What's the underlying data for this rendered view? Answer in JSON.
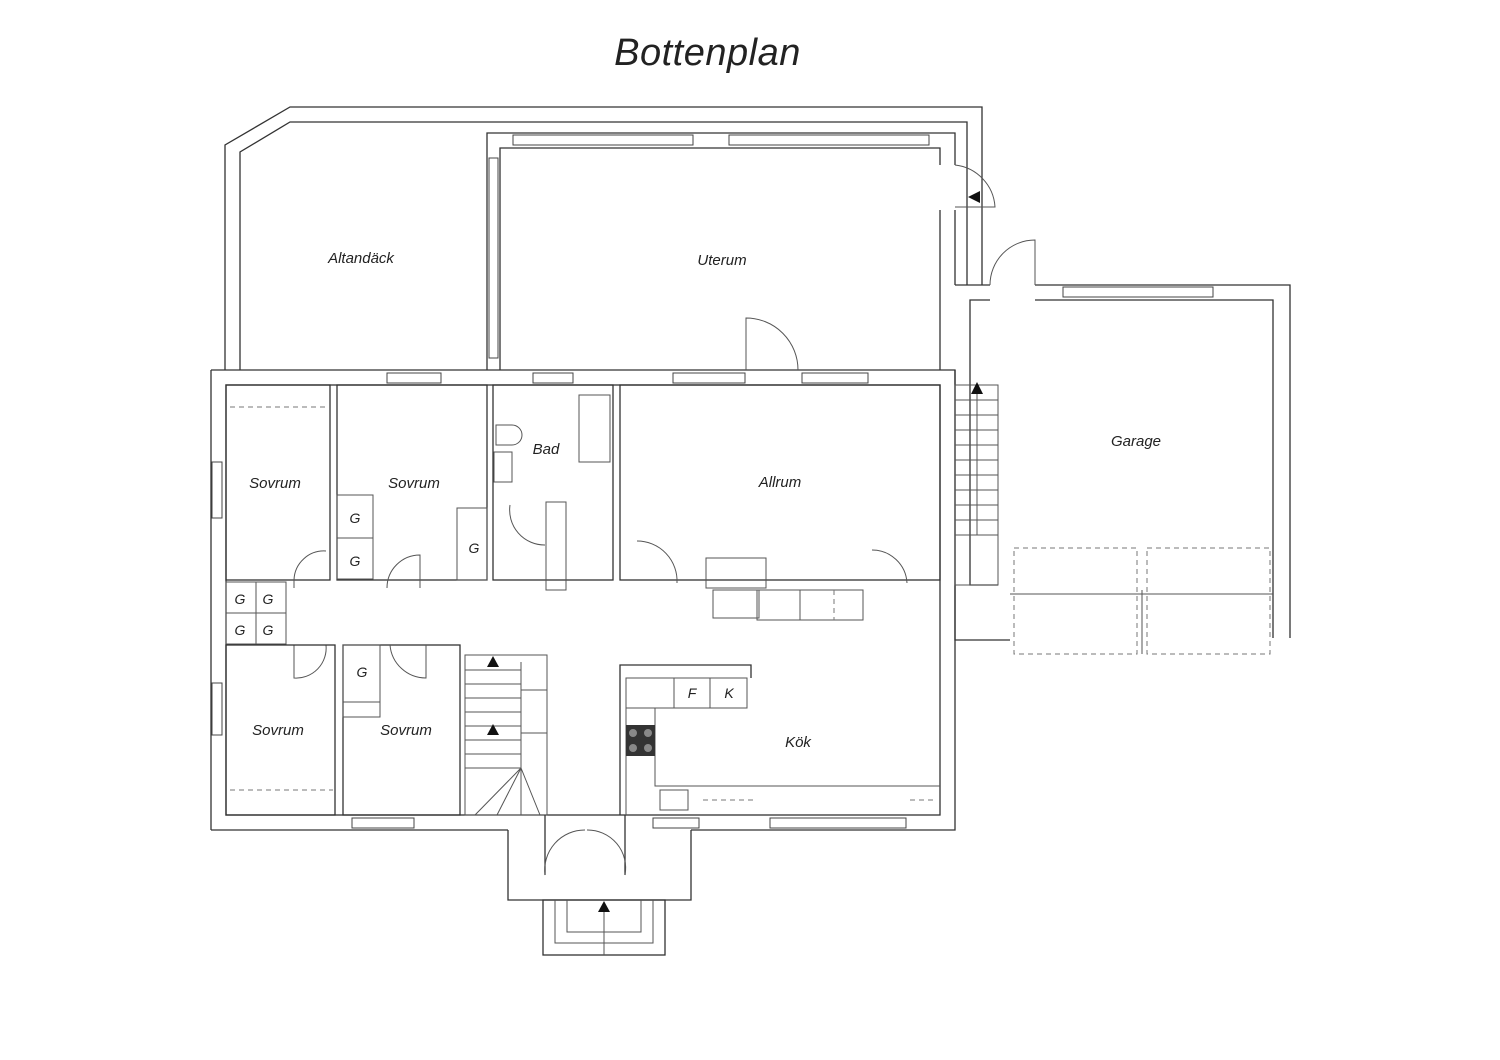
{
  "title": "Bottenplan",
  "rooms": {
    "altandack": "Altandäck",
    "uterum": "Uterum",
    "garage": "Garage",
    "sovrum_1": "Sovrum",
    "sovrum_2": "Sovrum",
    "bad": "Bad",
    "allrum": "Allrum",
    "sovrum_3": "Sovrum",
    "sovrum_4": "Sovrum",
    "kok": "Kök"
  },
  "fixtures": {
    "closet": "G",
    "fridge": "F",
    "freezer": "K"
  }
}
